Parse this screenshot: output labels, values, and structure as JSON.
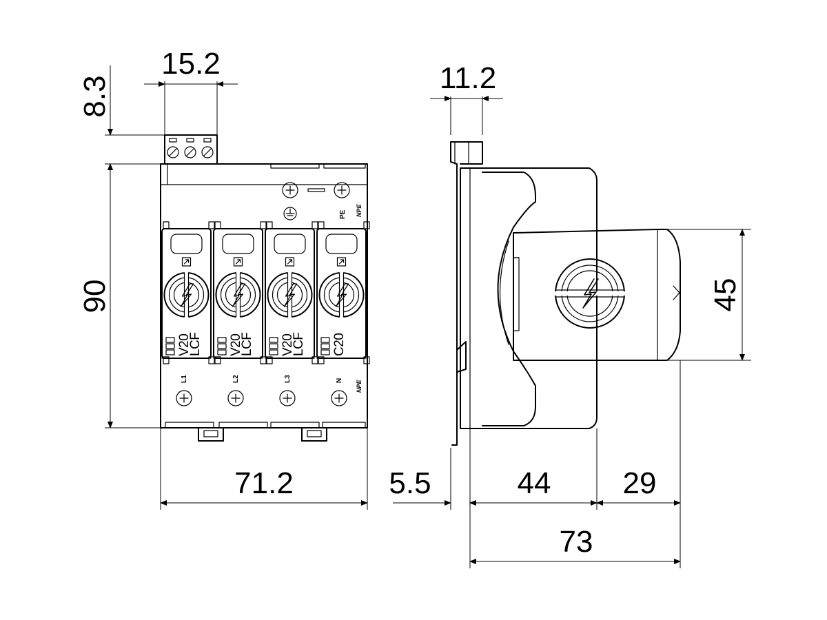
{
  "dimensions": {
    "top_width": "15.2",
    "top_height": "8.3",
    "height": "90",
    "width": "71.2",
    "rail_offset": "5.5",
    "depth_body": "44",
    "depth_cover": "29",
    "depth_total": "73",
    "side_top_width": "11.2",
    "cover_height": "45"
  },
  "front_view": {
    "top_labels": {
      "pe": "PE",
      "npe": "NPE"
    },
    "modules": [
      {
        "text_top": "V20",
        "text_bottom": "LCF",
        "terminal_label": "L1"
      },
      {
        "text_top": "V20",
        "text_bottom": "LCF",
        "terminal_label": "L2"
      },
      {
        "text_top": "V20",
        "text_bottom": "LCF",
        "terminal_label": "L3"
      },
      {
        "text_top": "C20",
        "text_bottom": "",
        "terminal_label": "N"
      }
    ],
    "bottom_npe": "NPE"
  }
}
